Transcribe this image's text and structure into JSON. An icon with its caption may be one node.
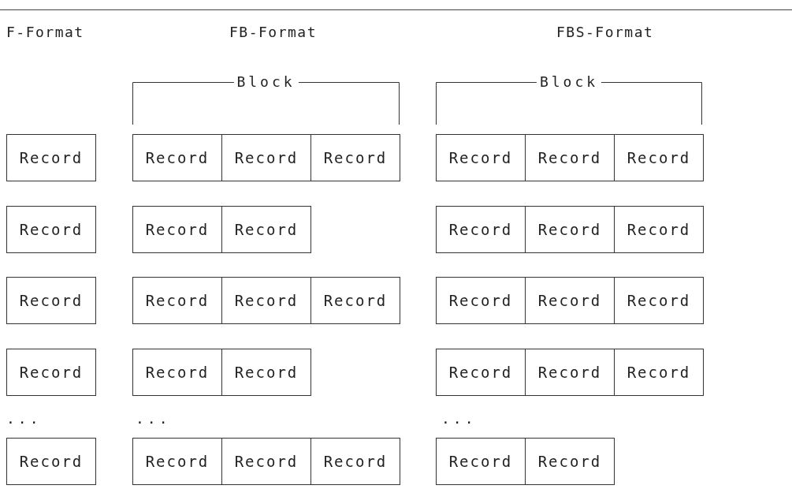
{
  "diagram": {
    "nodes": [
      {
        "text": [
          "Record"
        ]
      },
      {
        "text": [
          "Record"
        ]
      },
      {
        "text": [
          "Record"
        ]
      },
      {
        "text": [
          "Record"
        ]
      },
      {
        "text": [
          "Record"
        ]
      },
      {
        "text": [
          "Record"
        ]
      },
      {
        "text": [
          "Record"
        ]
      },
      {
        "text": [
          "Record"
        ]
      },
      {
        "text": [
          "Record"
        ]
      },
      {
        "text": [
          "Record"
        ]
      },
      {
        "text": [
          "Record"
        ]
      },
      {
        "text": [
          "Record"
        ]
      },
      {
        "text": [
          "Record"
        ]
      },
      {
        "text": [
          "Record"
        ]
      },
      {
        "text": [
          "Record"
        ]
      },
      {
        "text": [
          "Record"
        ]
      },
      {
        "text": [
          "Record"
        ]
      },
      {
        "text": [
          "Record"
        ]
      },
      {
        "text": [
          "Record"
        ]
      },
      {
        "text": [
          "Record"
        ]
      },
      {
        "text": [
          "Record"
        ]
      },
      {
        "text": [
          "Record"
        ]
      },
      {
        "text": [
          "Record"
        ]
      },
      {
        "text": [
          "Record"
        ]
      },
      {
        "text": [
          "Record"
        ]
      },
      {
        "text": [
          "Record"
        ]
      },
      {
        "text": [
          "Record"
        ]
      },
      {
        "text": [
          "Record"
        ]
      },
      {
        "text": [
          "Record"
        ]
      },
      {
        "text": [
          "Record"
        ]
      },
      {
        "text": [
          "Record"
        ]
      },
      {
        "text": [
          "Record"
        ]
      }
    ],
    "labels": [
      "F-Format",
      "FB-Format",
      "FBS-Format",
      "Block",
      "Block",
      "...",
      "...",
      "..."
    ]
  }
}
